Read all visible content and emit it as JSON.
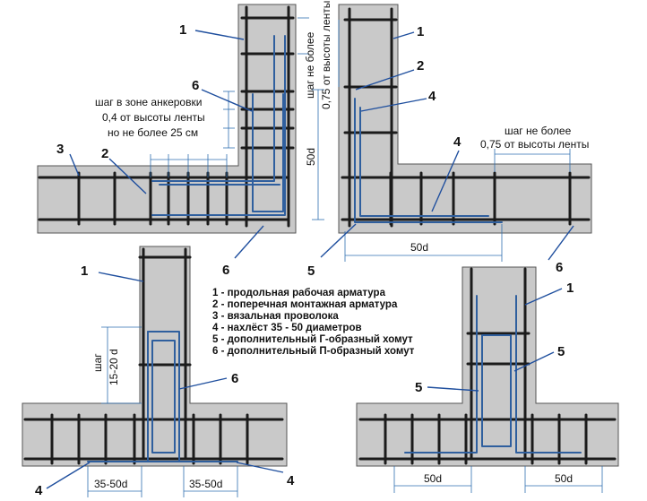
{
  "texts": {
    "step_anchor_1": "шаг в зоне анкеровки",
    "step_anchor_2": "0,4 от высоты ленты",
    "step_anchor_3": "но не более 25 см",
    "step_max_v1": "шаг не более",
    "step_max_v2": "0,75 от высоты ленты",
    "step_max_h1": "шаг не более",
    "step_max_h2": "0,75 от высоты ленты",
    "dim_50d_vertical": "50d",
    "dim_50d_topright": "50d",
    "dim_50d_br_left": "50d",
    "dim_50d_br_right": "50d",
    "dim_35_50d_left": "35-50d",
    "dim_35_50d_right": "35-50d",
    "step_1520_a": "шаг",
    "step_1520_b": "15-20 d"
  },
  "numbers": [
    "1",
    "2",
    "3",
    "4",
    "5",
    "6"
  ],
  "legend": [
    "1 - продольная рабочая арматура",
    "2 - поперечная монтажная арматура",
    "3 - вязальная проволока",
    "4 - нахлёст 35 - 50 диаметров",
    "5 - дополнительный Г-образный хомут",
    "6 - дополнительный П-образный хомут"
  ],
  "colors": {
    "concrete": "#c9c9c9",
    "rebar": "#1b1b1b",
    "clamp": "#2f5f9e",
    "leader": "#1f4f9e"
  }
}
